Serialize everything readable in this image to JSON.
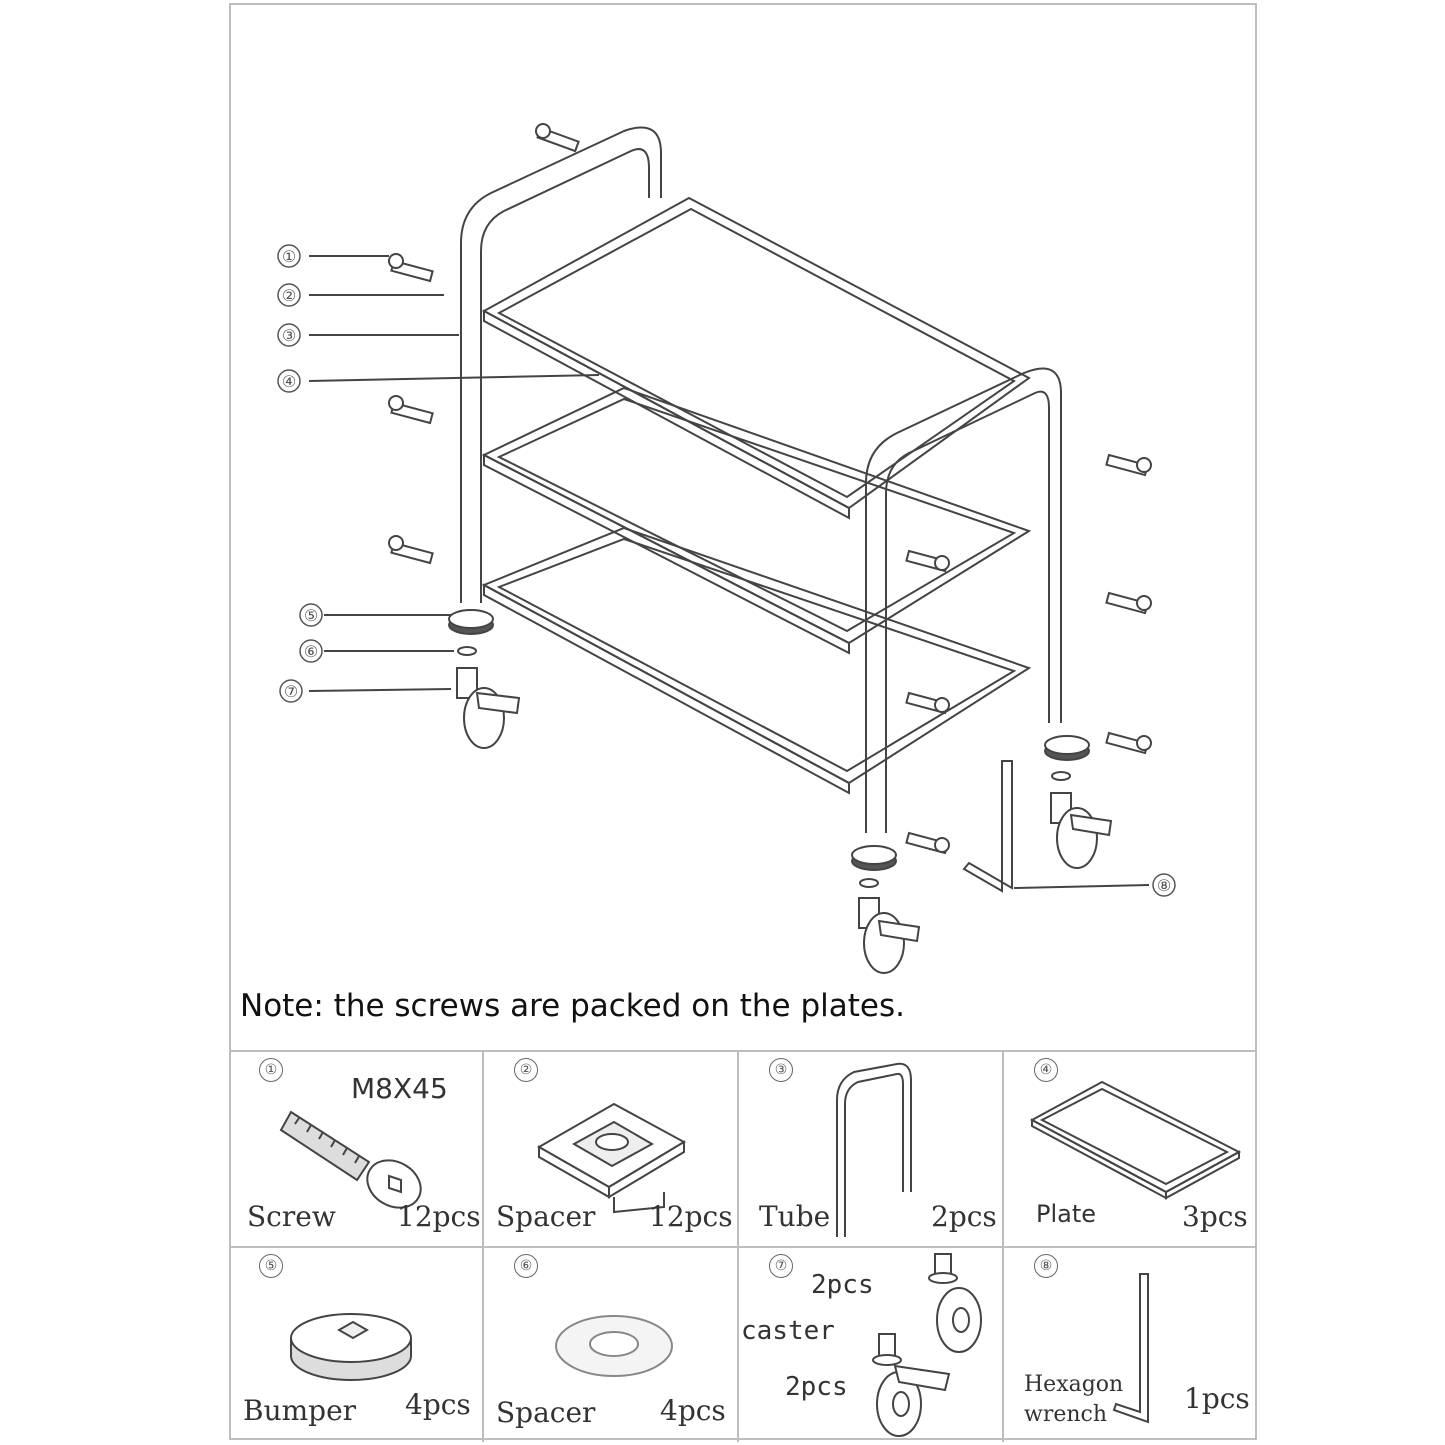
{
  "note": "Note: the screws are packed on the plates.",
  "callouts": [
    "①",
    "②",
    "③",
    "④",
    "⑤",
    "⑥",
    "⑦",
    "⑧"
  ],
  "parts": [
    {
      "num": "①",
      "size": "M8X45",
      "name": "Screw",
      "qty": "12pcs"
    },
    {
      "num": "②",
      "name": "Spacer",
      "qty": "12pcs"
    },
    {
      "num": "③",
      "name": "Tube",
      "qty": "2pcs"
    },
    {
      "num": "④",
      "name": "Plate",
      "qty": "3pcs"
    },
    {
      "num": "⑤",
      "name": "Bumper",
      "qty": "4pcs"
    },
    {
      "num": "⑥",
      "name": "Spacer",
      "qty": "4pcs"
    },
    {
      "num": "⑦",
      "name": "caster",
      "qty_top": "2pcs",
      "qty_bottom": "2pcs"
    },
    {
      "num": "⑧",
      "name_line1": "Hexagon",
      "name_line2": "wrench",
      "qty": "1pcs"
    }
  ],
  "colors": {
    "line": "#444444",
    "border": "#bdbdbd",
    "fill": "#f2f2f2"
  }
}
